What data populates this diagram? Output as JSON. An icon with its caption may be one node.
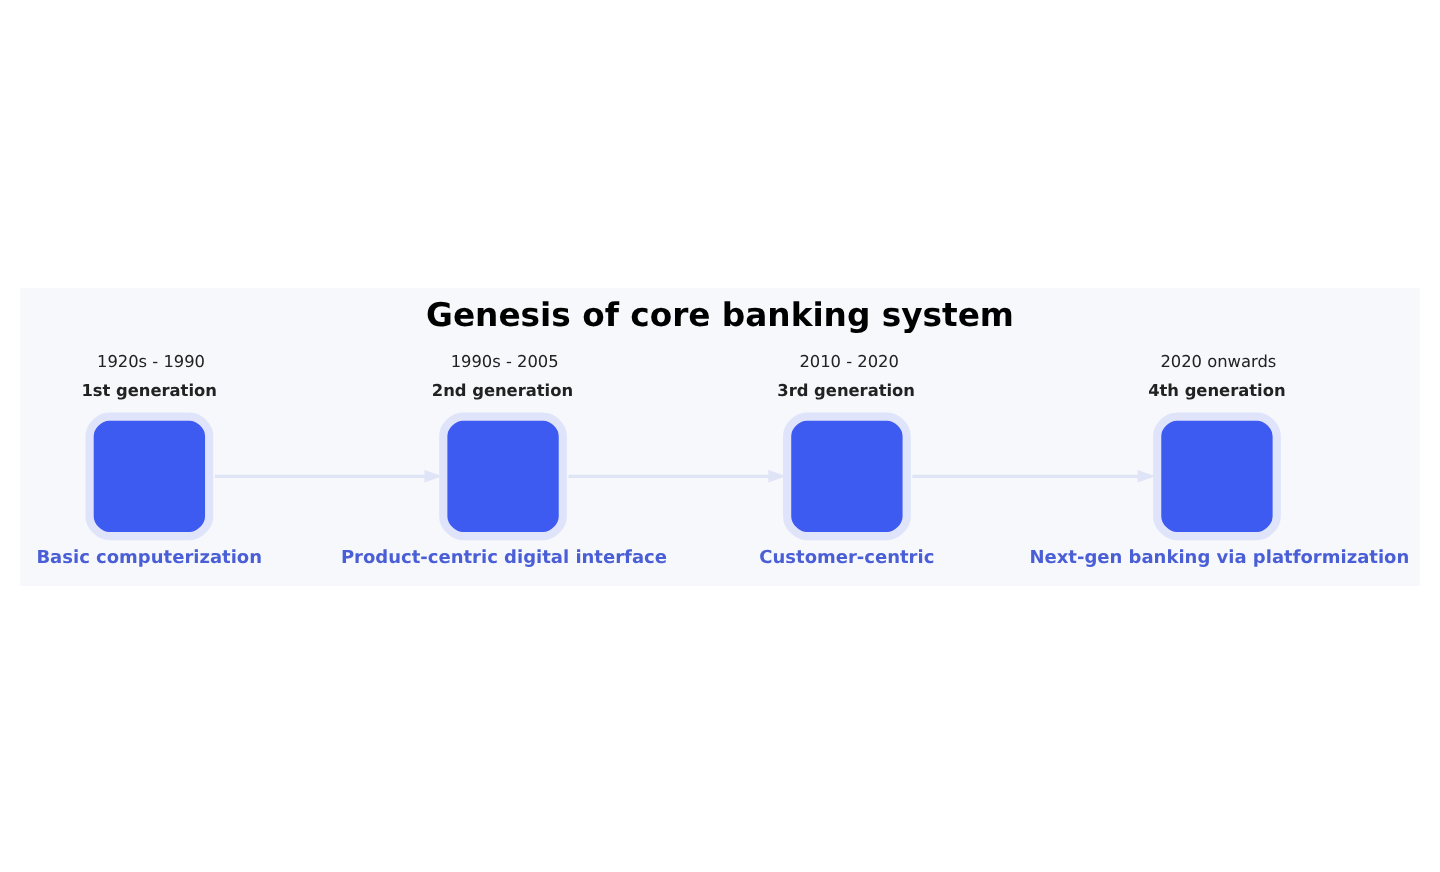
{
  "diagram": {
    "title": "Genesis of core banking system",
    "nodes": [
      {
        "text": [
          "1920s - 1990",
          "1st generation"
        ],
        "beside": [
          "Basic computerization"
        ]
      },
      {
        "text": [
          "1990s - 2005",
          "2nd generation"
        ],
        "beside": [
          "Product-centric digital interface"
        ]
      },
      {
        "text": [
          "2010 - 2020",
          "3rd generation"
        ],
        "beside": [
          "Customer-centric"
        ]
      },
      {
        "text": [
          "2020 onwards",
          "4th generation"
        ],
        "beside": [
          "Next-gen banking via platformization"
        ]
      }
    ],
    "edges": [
      {
        "from": 0,
        "to": 1,
        "arrow": "to"
      },
      {
        "from": 1,
        "to": 2,
        "arrow": "to"
      },
      {
        "from": 2,
        "to": 3,
        "arrow": "to"
      }
    ]
  }
}
